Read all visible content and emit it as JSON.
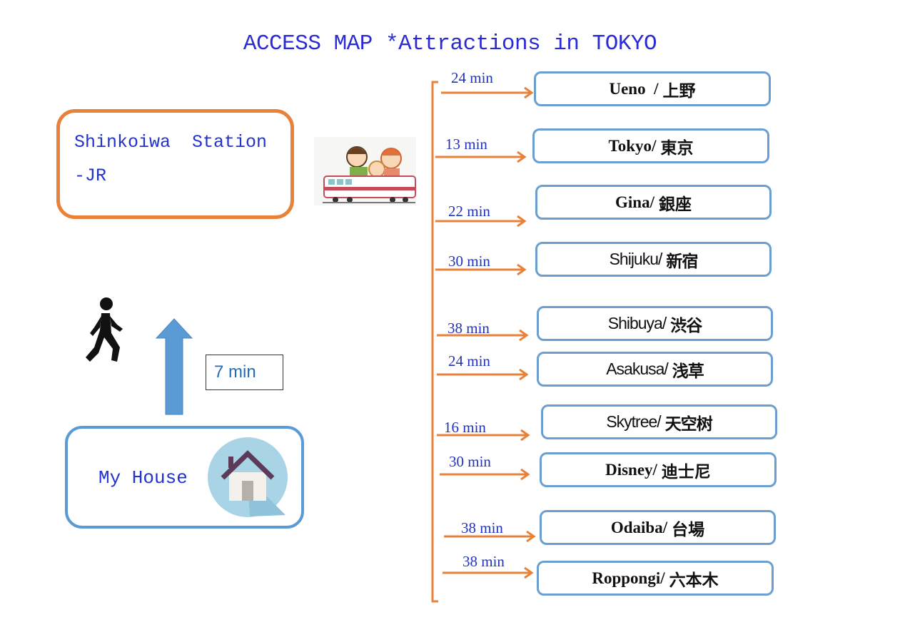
{
  "title": "ACCESS MAP *Attractions in TOKYO",
  "station": {
    "line1": "Shinkoiwa  Station",
    "line2": "-JR"
  },
  "house": {
    "label": "My House"
  },
  "walk": {
    "time": "7 min"
  },
  "colors": {
    "orange": "#e8823a",
    "blue": "#5b9bd5",
    "text_blue": "#2233cc"
  },
  "destinations": [
    {
      "time": "24 min",
      "name": "Ueno  ",
      "jp": "上野",
      "style": "serif"
    },
    {
      "time": "13 min",
      "name": "Tokyo",
      "jp": "東京",
      "style": "serif"
    },
    {
      "time": "22 min",
      "name": "Gina",
      "jp": "銀座",
      "style": "serif"
    },
    {
      "time": "30 min",
      "name": "Shijuku",
      "jp": "新宿",
      "style": "sans"
    },
    {
      "time": "38 min",
      "name": "Shibuya",
      "jp": "渋谷",
      "style": "sans"
    },
    {
      "time": "24 min",
      "name": "Asakusa",
      "jp": "浅草",
      "style": "sans"
    },
    {
      "time": "16  min",
      "name": "Skytree",
      "jp": "天空树",
      "style": "sans"
    },
    {
      "time": "30 min",
      "name": "Disney",
      "jp": "迪士尼",
      "style": "serif"
    },
    {
      "time": "38 min",
      "name": "Odaiba",
      "jp": "台場",
      "style": "serif"
    },
    {
      "time": "38 min",
      "name": "Roppongi",
      "jp": "六本木",
      "style": "serif"
    }
  ]
}
